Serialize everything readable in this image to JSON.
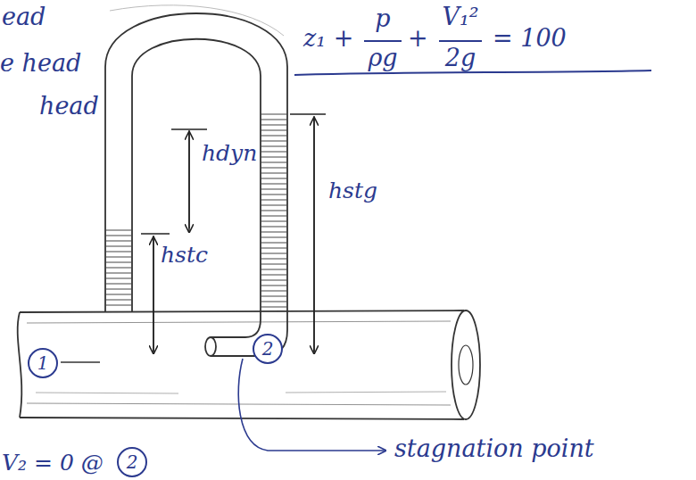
{
  "diagram": {
    "nodes": [
      {
        "text": [
          "1"
        ]
      },
      {
        "text": [
          "2"
        ]
      },
      {
        "text": [
          "2"
        ]
      }
    ],
    "labels": [
      "ead",
      "e head",
      "head",
      "hdyn",
      "hstc",
      "hstg",
      "z₁ +",
      "p",
      "ρg",
      "+",
      "V₁²",
      "2g",
      "= 100",
      "stagnation point",
      "V₂ = 0 @"
    ]
  }
}
